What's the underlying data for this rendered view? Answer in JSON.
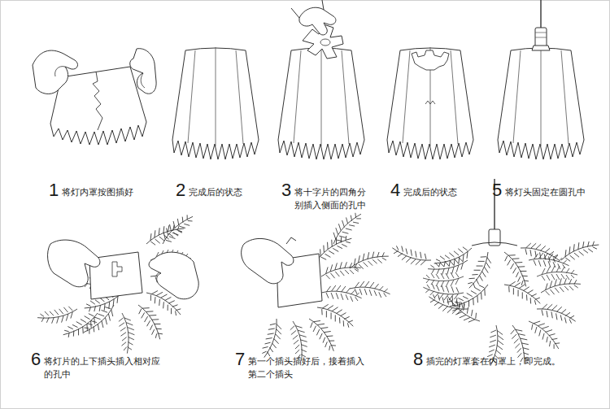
{
  "diagram": {
    "labels": [
      "1",
      "将灯内罩按图插好",
      "2",
      "完成后的状态",
      "3",
      "将十字片的四角分 别插入侧面的孔中",
      "4",
      "完成后的状态",
      "5",
      "将灯头固定在圆孔中",
      "6",
      "将灯片的上下插头插入相对应 的孔中",
      "7",
      "第一个插头插好后，接着插入 第二个插头",
      "8",
      "插完的灯罩套在内罩上，即完成。"
    ]
  }
}
